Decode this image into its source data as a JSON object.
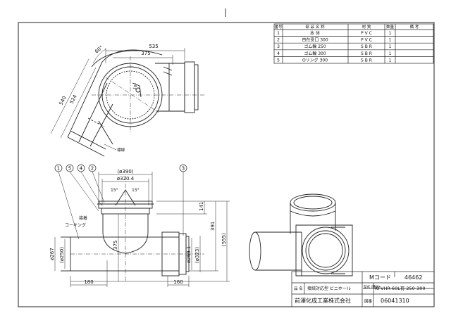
{
  "parts_table": {
    "headers": [
      "番号",
      "部 品 名 称",
      "材 質",
      "数量",
      "備 考"
    ],
    "rows": [
      [
        "1",
        "本 体",
        "P V C",
        "1",
        ""
      ],
      [
        "2",
        "自在受口 300",
        "P V C",
        "1",
        ""
      ],
      [
        "3",
        "ゴム輪 250",
        "S B R",
        "1",
        ""
      ],
      [
        "4",
        "ゴム輪 300",
        "S B R",
        "1",
        ""
      ],
      [
        "5",
        "Oリング 300",
        "S B R",
        "1",
        ""
      ]
    ]
  },
  "title_block": {
    "m_code_label": "Mコード",
    "m_code_value": "46462",
    "name_label": "品 名",
    "name_value": "接続対応型 ビニホール",
    "model_label": "型式 (種号)",
    "model_value": "KFVHR-60L有 250-300",
    "company": "前澤化成工業株式会社",
    "drawing_no_label": "図番",
    "drawing_no_value": "06041310"
  },
  "top_view": {
    "angle": "60°",
    "dim_535": "535",
    "dim_375": "375",
    "dim_540": "540",
    "dim_524": "524",
    "angle_small": "16°",
    "center_label": "標線"
  },
  "front_view": {
    "balloons": [
      "1",
      "5",
      "4",
      "2",
      "3"
    ],
    "phi_390": "(ø390)",
    "phi_320": "ø320.4",
    "angle_left": "15°",
    "angle_right": "15°",
    "label_pipe_end": "接着",
    "label_caulking": "コーキング",
    "dim_141": "141",
    "dim_391": "391",
    "dim_555": "(555)",
    "dim_375": "375",
    "dim_267": "ø267",
    "dim_250": "(ø250)",
    "dim_269": "ø269.1",
    "dim_323": "(ø323)",
    "dim_180": "180",
    "dim_160": "160"
  }
}
